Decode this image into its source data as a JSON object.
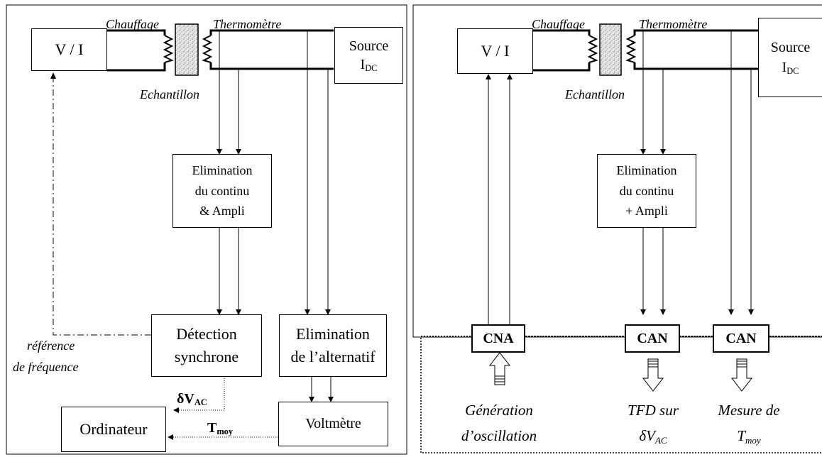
{
  "left": {
    "vi": "V / I",
    "chauffage": "Chauffage",
    "thermometre": "Thermomètre",
    "echantillon": "Echantillon",
    "source": "Source",
    "source_sub_main": "I",
    "source_sub": "DC",
    "elim_cont": [
      "Elimination",
      "du continu",
      "& Ampli"
    ],
    "detection": [
      "Détection",
      "synchrone"
    ],
    "elim_alt": [
      "Elimination",
      "de l’alternatif"
    ],
    "voltmetre": "Voltmètre",
    "ordinateur": "Ordinateur",
    "reference": [
      "référence",
      "de fréquence"
    ],
    "dv_main": "δV",
    "dv_sub": "AC",
    "t_main": "T",
    "t_sub": "moy"
  },
  "right": {
    "vi": "V / I",
    "chauffage": "Chauffage",
    "thermometre": "Thermomètre",
    "echantillon": "Echantillon",
    "source": "Source",
    "source_sub_main": "I",
    "source_sub": "DC",
    "elim_cont": [
      "Elimination",
      "du continu",
      "+ Ampli"
    ],
    "cna": "CNA",
    "can1": "CAN",
    "can2": "CAN",
    "generation": [
      "Génération",
      "d’oscillation"
    ],
    "tfd": "TFD sur",
    "tfd_dv_main": "δV",
    "tfd_dv_sub": "AC",
    "mesure": "Mesure de",
    "mesure_t_main": "T",
    "mesure_t_sub": "moy"
  }
}
